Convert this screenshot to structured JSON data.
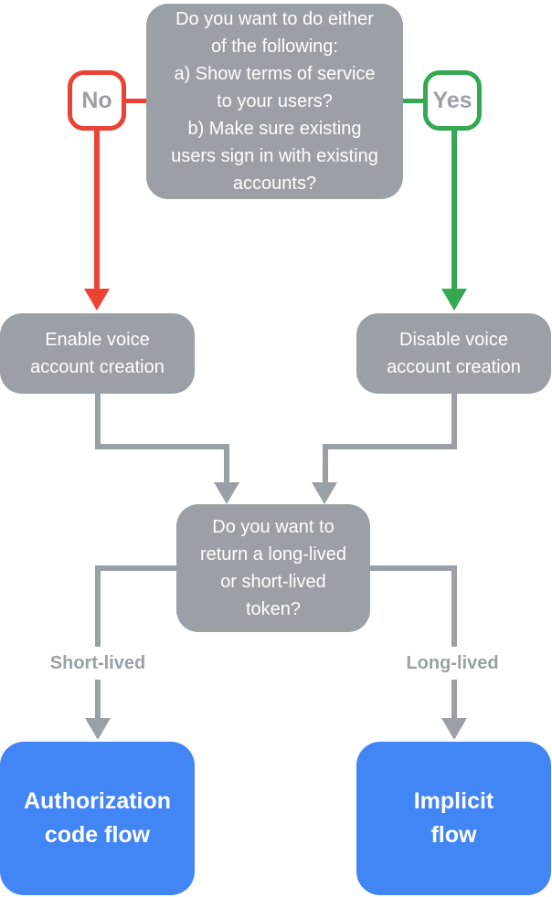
{
  "colors": {
    "gray": "#9AA0A6",
    "red": "#EA4335",
    "green": "#34A853",
    "blue": "#4285F4",
    "node_text": "#FFFFFF",
    "badge_text": "#9AA0A6"
  },
  "nodes": {
    "main_question": {
      "text": "Do you want to do either\nof the following:\na) Show terms of service\nto your users?\nb) Make sure existing\nusers sign in with existing\naccounts?"
    },
    "no": {
      "label": "No"
    },
    "yes": {
      "label": "Yes"
    },
    "enable": {
      "text": "Enable voice\naccount creation"
    },
    "disable": {
      "text": "Disable voice\naccount creation"
    },
    "token_question": {
      "text": "Do you want to\nreturn a long-lived\nor short-lived\ntoken?"
    },
    "short_lived": {
      "label": "Short-lived"
    },
    "long_lived": {
      "label": "Long-lived"
    },
    "auth_code": {
      "text": "Authorization\ncode flow"
    },
    "implicit": {
      "text": "Implicit\nflow"
    }
  }
}
